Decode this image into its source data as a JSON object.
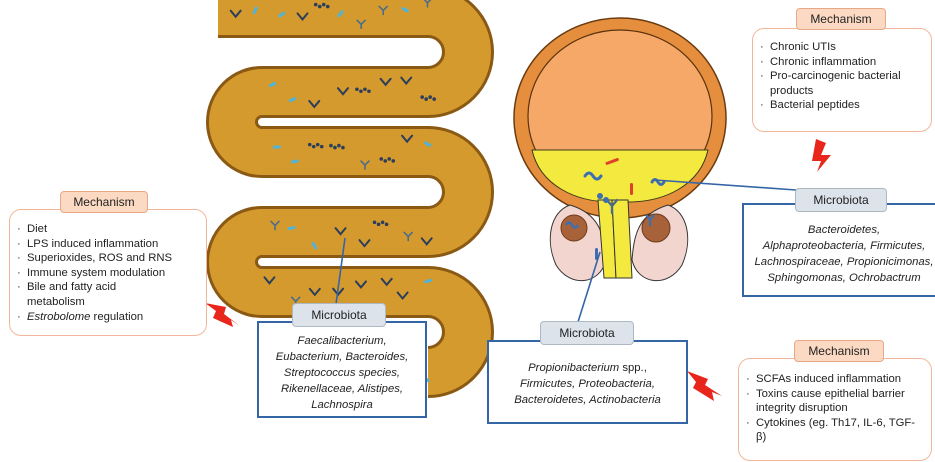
{
  "gut": {
    "mechanism": {
      "label": "Mechanism",
      "items": [
        "Diet",
        "LPS induced inflammation",
        "Superioxides, ROS and RNS",
        "Immune system modulation",
        "Bile and fatty acid metabolism"
      ],
      "last_item_italic": "Estrobolome",
      "last_item_rest": " regulation"
    },
    "microbiota": {
      "label": "Microbiota",
      "lines": [
        "Faecalibacterium,",
        "Eubacterium, Bacteroides,",
        "Streptococcus species,",
        "Rikenellaceae, Alistipes,",
        "Lachnospira"
      ]
    }
  },
  "bladder": {
    "mechanism": {
      "label": "Mechanism",
      "items": [
        "Chronic UTIs",
        "Chronic inflammation",
        "Pro-carcinogenic bacterial products",
        "Bacterial peptides"
      ]
    },
    "microbiota": {
      "label": "Microbiota",
      "lines": [
        "Bacteroidetes,",
        "Alphaproteobacteria, Firmicutes,",
        "Lachnospiraceae, Propionicimonas,",
        "Sphingomonas, Ochrobactrum"
      ]
    }
  },
  "prostate": {
    "microbiota": {
      "label": "Microbiota",
      "line1_italic": "Propionibacterium",
      "line1_rest": " spp.,",
      "lines": [
        "Firmicutes, Proteobacteria,",
        "Bacteroidetes, Actinobacteria"
      ]
    },
    "mechanism": {
      "label": "Mechanism",
      "items": [
        "SCFAs induced inflammation",
        "Toxins cause epithelial barrier integrity disruption",
        "Cytokines (eg. Th17, IL-6, TGF-β)"
      ]
    }
  },
  "colors": {
    "intestine": "#d59a2e",
    "intestine_border": "#8a5a14",
    "bladder_outer": "#e58f3e",
    "bladder_inner": "#f6a868",
    "urine": "#f4ea3f",
    "prostate": "#f3d5cf",
    "lightning": "#e8261c",
    "connector": "#3466a5",
    "bacteria_dark": "#2c3f5a",
    "bacteria_light": "#4fb4d8"
  }
}
